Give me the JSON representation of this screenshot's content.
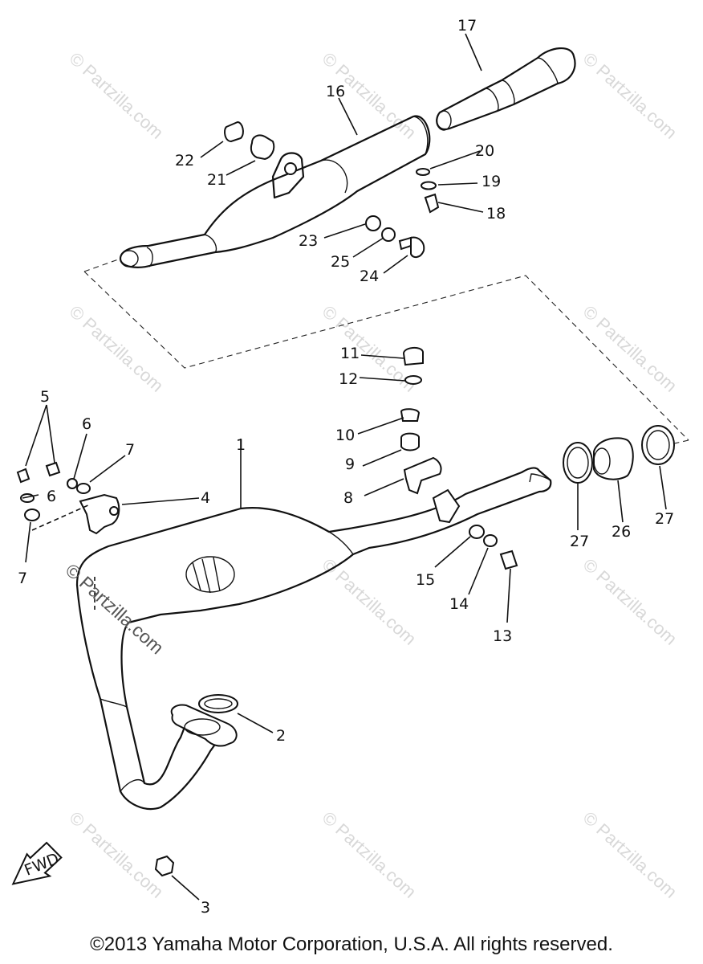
{
  "watermark": "© Partzilla.com",
  "copyright": "©2013  Yamaha Motor Corporation, U.S.A. All rights reserved.",
  "fwd_label": "FWD",
  "callouts": {
    "c1": "1",
    "c2": "2",
    "c3": "3",
    "c4": "4",
    "c5": "5",
    "c6a": "6",
    "c6b": "6",
    "c7a": "7",
    "c7b": "7",
    "c8": "8",
    "c9": "9",
    "c10": "10",
    "c11": "11",
    "c12": "12",
    "c13": "13",
    "c14": "14",
    "c15": "15",
    "c16": "16",
    "c17": "17",
    "c18": "18",
    "c19": "19",
    "c20": "20",
    "c21": "21",
    "c22": "22",
    "c23": "23",
    "c24": "24",
    "c25": "25",
    "c26": "26",
    "c27a": "27",
    "c27b": "27"
  }
}
